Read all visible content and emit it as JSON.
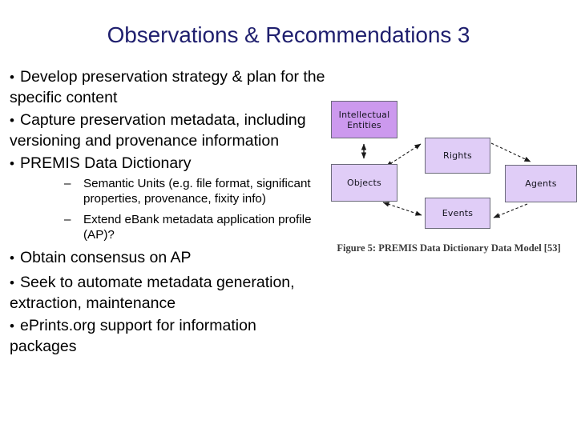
{
  "slide": {
    "title": "Observations & Recommendations 3",
    "title_color": "#1f1f6e",
    "background_color": "#ffffff"
  },
  "body": {
    "bullet_marker": "•",
    "sub_marker": "–",
    "bullets": [
      {
        "level": 1,
        "text": "Develop preservation strategy & plan for the specific content"
      },
      {
        "level": 1,
        "text": "Capture preservation metadata, including versioning and provenance information"
      },
      {
        "level": 1,
        "text": "PREMIS Data Dictionary"
      },
      {
        "level": 2,
        "text": "Semantic Units (e.g. file format, significant properties, provenance, fixity info)"
      },
      {
        "level": 2,
        "text": "Extend eBank metadata application profile (AP)?"
      },
      {
        "level": 1,
        "text": "Obtain consensus on AP"
      },
      {
        "level": 1,
        "text": "Seek to automate metadata generation, extraction, maintenance"
      },
      {
        "level": 1,
        "text": "ePrints.org support for information packages"
      }
    ]
  },
  "figure": {
    "caption": "Figure 5: PREMIS Data Dictionary Data Model [53]",
    "nodes": [
      {
        "id": "intellectual-entities",
        "label": "Intellectual\nEntities",
        "label_line1": "Intellectual",
        "label_line2": "Entities",
        "fill": "#cc99ee"
      },
      {
        "id": "objects",
        "label": "Objects",
        "fill": "#e0cdf7"
      },
      {
        "id": "rights",
        "label": "Rights",
        "fill": "#e0cdf7"
      },
      {
        "id": "events",
        "label": "Events",
        "fill": "#e0cdf7"
      },
      {
        "id": "agents",
        "label": "Agents",
        "fill": "#e0cdf7"
      }
    ],
    "edges": [
      {
        "from": "intellectual-entities",
        "to": "objects",
        "style": "solid",
        "arrows": "both"
      },
      {
        "from": "objects",
        "to": "rights",
        "style": "dashed",
        "arrows": "both"
      },
      {
        "from": "rights",
        "to": "agents",
        "style": "dashed",
        "arrows": "one"
      },
      {
        "from": "objects",
        "to": "events",
        "style": "dashed",
        "arrows": "both"
      },
      {
        "from": "agents",
        "to": "events",
        "style": "dashed",
        "arrows": "one"
      }
    ],
    "border_color": "#6b6b7a",
    "arrow_color": "#1a1a1a"
  }
}
